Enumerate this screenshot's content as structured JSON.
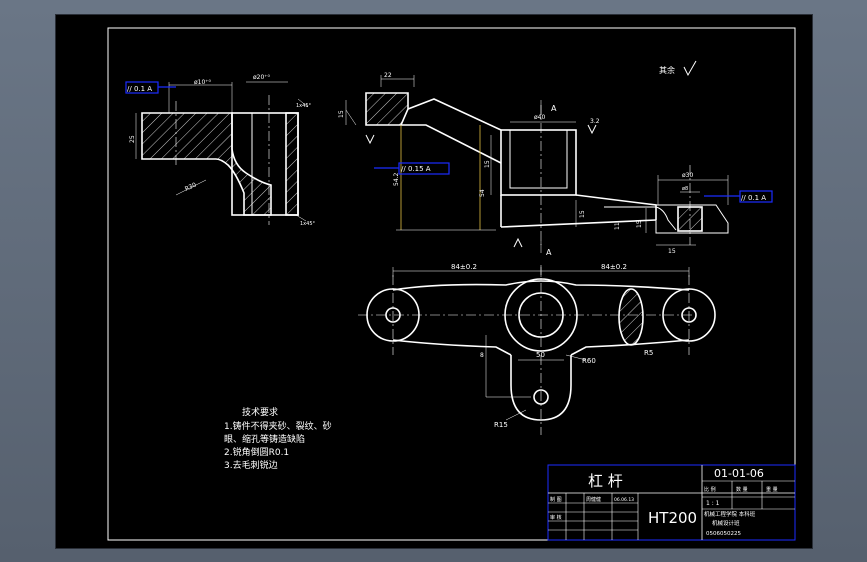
{
  "drawing": {
    "title": "杠  杆",
    "drawing_number": "01-01-06",
    "material": "HT200",
    "roughness_note": "其余",
    "tech_req": {
      "heading": "技术要求",
      "line1": "1.铸件不得夹砂、裂纹、砂",
      "line2": "眼、缩孔等铸造缺陷",
      "line3": "2.锐角倒圆R0.1",
      "line4": "3.去毛刺锐边"
    },
    "tolerances": {
      "t1": "// 0.1 A",
      "t2": "// 0.15 A",
      "t3": "// 0.1 A"
    },
    "dimensions": {
      "d_left_phi": "ø10⁺⁰",
      "d_left_phi2": "ø20⁺⁰",
      "d_left_25": "25",
      "d_left_r30": "R30",
      "d_left_chamfer": "1x45°",
      "d_left_chamfer2": "1x45°",
      "d_mid_22": "22",
      "d_mid_15": "15",
      "d_mid_a": "A",
      "d_mid_a2": "A",
      "d_mid_phi": "ø40",
      "d_mid_54": "54.2",
      "d_mid_54b": "54",
      "d_mid_15b": "15",
      "d_mid_15c": "15",
      "d_mid_32": "3.2",
      "d_right_phi": "ø30",
      "d_right_phi2": "ø8",
      "d_right_15": "15",
      "d_right_15b": "15",
      "d_right_11": "11",
      "d_bot_84a": "84±0.2",
      "d_bot_84b": "84±0.2",
      "d_bot_50": "50",
      "d_bot_r60": "R60",
      "d_bot_r5": "R5",
      "d_bot_r15": "R15",
      "d_bot_left": "8"
    },
    "title_block": {
      "scale_label": "比 例",
      "scale_value": "1 : 1",
      "qty_label": "数 量",
      "weight_label": "重 量",
      "design_label": "制 图",
      "check_label": "审 核",
      "design_name": "周健健",
      "date": "06.06.13",
      "school_line1": "机械工程学院 本科班",
      "school_line2": "机械设计班",
      "code": "0506050225"
    }
  }
}
